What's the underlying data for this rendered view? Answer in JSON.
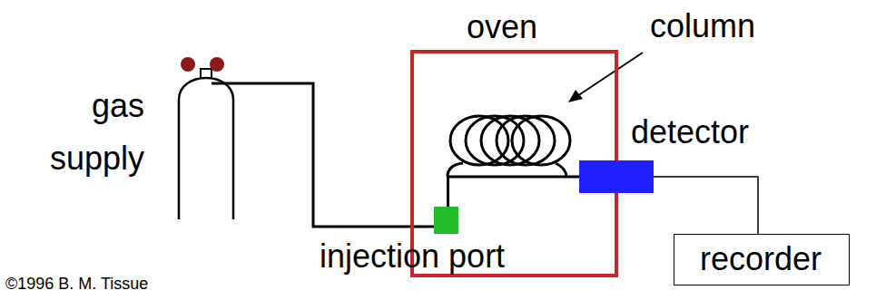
{
  "diagram": {
    "nodes": [
      {
        "text": [
          "gas supply"
        ]
      },
      {
        "text": [
          "oven"
        ]
      },
      {
        "text": [
          "detector"
        ]
      },
      {
        "text": [
          "injection port"
        ]
      },
      {
        "text": [
          "recorder"
        ]
      }
    ],
    "edges": [
      {
        "from": 0,
        "to": 3,
        "arrow": "none"
      },
      {
        "from": 3,
        "to": 2,
        "arrow": "none"
      },
      {
        "from": 2,
        "to": 4,
        "arrow": "none"
      }
    ],
    "labels": [
      "column",
      "©1996 B. M. Tissue"
    ]
  }
}
